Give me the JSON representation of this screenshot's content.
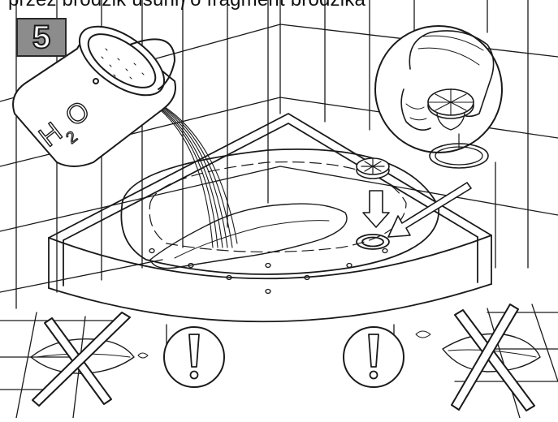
{
  "caption": {
    "text": "przez brodzik usuniƒô fragment brodzika"
  },
  "step": {
    "number": "5"
  },
  "bucket": {
    "label_h": "H",
    "label_2": "2",
    "label_o": "O"
  },
  "icons": {
    "warning_left": "exclamation-icon",
    "warning_right": "exclamation-icon",
    "no_leaves_left": "cross-icon",
    "no_leaves_right": "cross-icon"
  },
  "colors": {
    "line": "#1a1a1a",
    "badge": "#8c8c8c"
  }
}
